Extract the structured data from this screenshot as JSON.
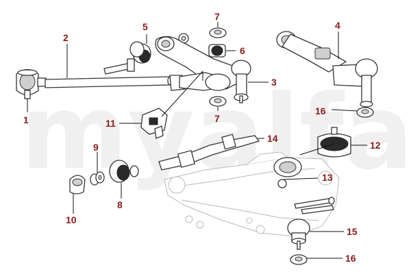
{
  "watermark": "myalfa",
  "callouts": [
    {
      "id": "1",
      "label": "1"
    },
    {
      "id": "2",
      "label": "2"
    },
    {
      "id": "3",
      "label": "3"
    },
    {
      "id": "4",
      "label": "4"
    },
    {
      "id": "5",
      "label": "5"
    },
    {
      "id": "6",
      "label": "6"
    },
    {
      "id": "7a",
      "label": "7"
    },
    {
      "id": "7b",
      "label": "7"
    },
    {
      "id": "8",
      "label": "8"
    },
    {
      "id": "9",
      "label": "9"
    },
    {
      "id": "10",
      "label": "10"
    },
    {
      "id": "11",
      "label": "11"
    },
    {
      "id": "12",
      "label": "12"
    },
    {
      "id": "13",
      "label": "13"
    },
    {
      "id": "14",
      "label": "14"
    },
    {
      "id": "15",
      "label": "15"
    },
    {
      "id": "16a",
      "label": "16"
    },
    {
      "id": "16b",
      "label": "16"
    }
  ],
  "colors": {
    "callout": "#8b1a1a",
    "line": "#333333",
    "watermark": "#f0f0f0"
  }
}
